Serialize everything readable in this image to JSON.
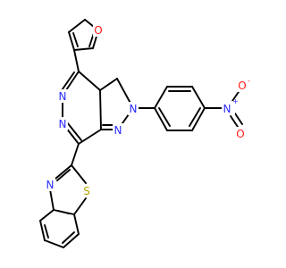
{
  "colors": {
    "background": "#ffffff",
    "bond": "#000000",
    "nitrogen": "#2b2bff",
    "oxygen": "#ff1a1a",
    "sulfur": "#b3a600"
  },
  "atoms": {
    "furan_o": "O",
    "pyridazine_n1": "N",
    "pyridazine_n2": "N",
    "pyrazole_n2": "N",
    "pyrazole_n1": "N",
    "nitro_n": "N",
    "nitro_n_charge": "+",
    "nitro_o": "O",
    "nitro_o_charge": "-",
    "nitro_o2": "O",
    "thiazole_n": "N",
    "thiazole_s": "S"
  }
}
